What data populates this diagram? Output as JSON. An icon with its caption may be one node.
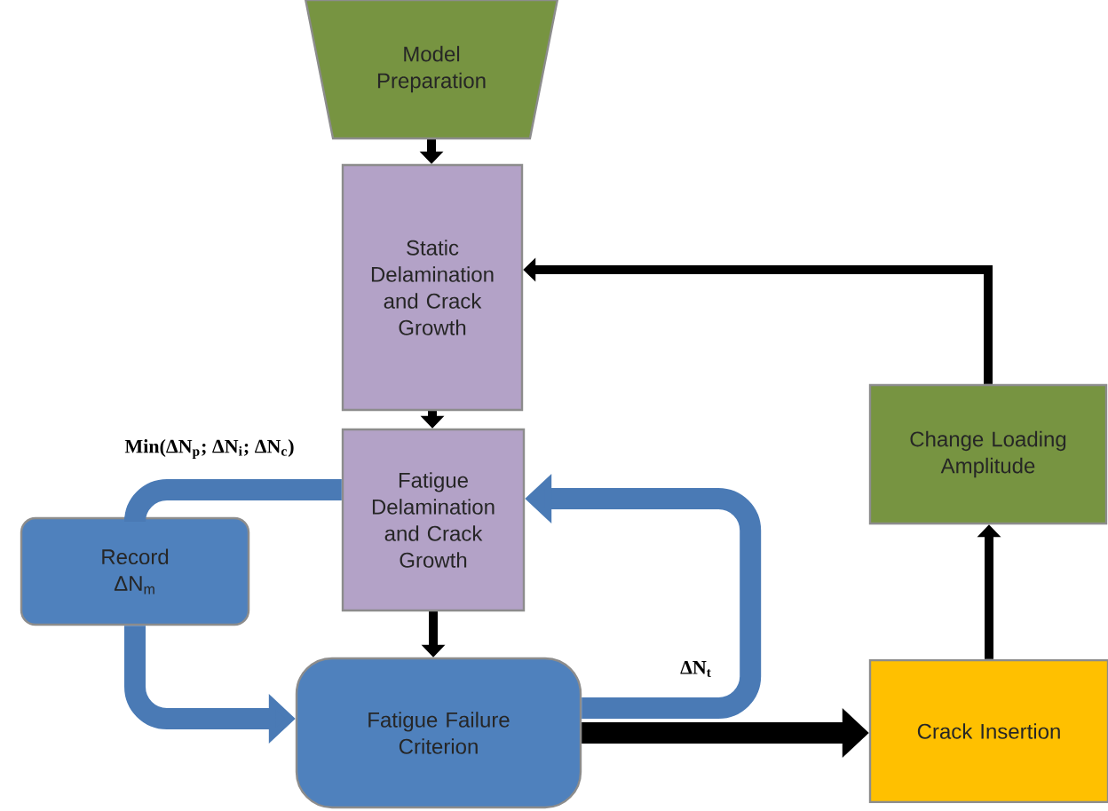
{
  "diagram": {
    "nodes": [
      {
        "text": [
          "Model Preparation"
        ]
      },
      {
        "text": [
          "Static Delamination and Crack Growth"
        ]
      },
      {
        "text": [
          "Fatigue Delamination and Crack Growth"
        ]
      },
      {
        "text": [
          "Record ΔN$_{m}$"
        ]
      },
      {
        "text": [
          "Fatigue Failure Criterion"
        ]
      },
      {
        "text": [
          "Crack Insertion"
        ]
      },
      {
        "text": [
          "Change Loading Amplitude"
        ]
      }
    ],
    "edges": [
      {
        "from": 0,
        "to": 1,
        "arrow": "to"
      },
      {
        "from": 1,
        "to": 2,
        "arrow": "to"
      },
      {
        "from": 2,
        "to": 4,
        "arrow": "to"
      },
      {
        "from": 4,
        "to": 2,
        "arrow": "to",
        "label": "ΔN$_{t}$",
        "style": "thick",
        "color": "#4a7ab5"
      },
      {
        "from": 2,
        "to": 3,
        "arrow": "none",
        "label": "Min(ΔN$_{p}$; ΔN$_{i}$; ΔN$_{c}$)",
        "style": "thick",
        "color": "#4a7ab5"
      },
      {
        "from": 3,
        "to": 4,
        "arrow": "to",
        "style": "thick",
        "color": "#4a7ab5"
      },
      {
        "from": 4,
        "to": 5,
        "arrow": "to",
        "style": "thick"
      },
      {
        "from": 5,
        "to": 6,
        "arrow": "to"
      },
      {
        "from": 6,
        "to": 1,
        "arrow": "to"
      }
    ]
  }
}
